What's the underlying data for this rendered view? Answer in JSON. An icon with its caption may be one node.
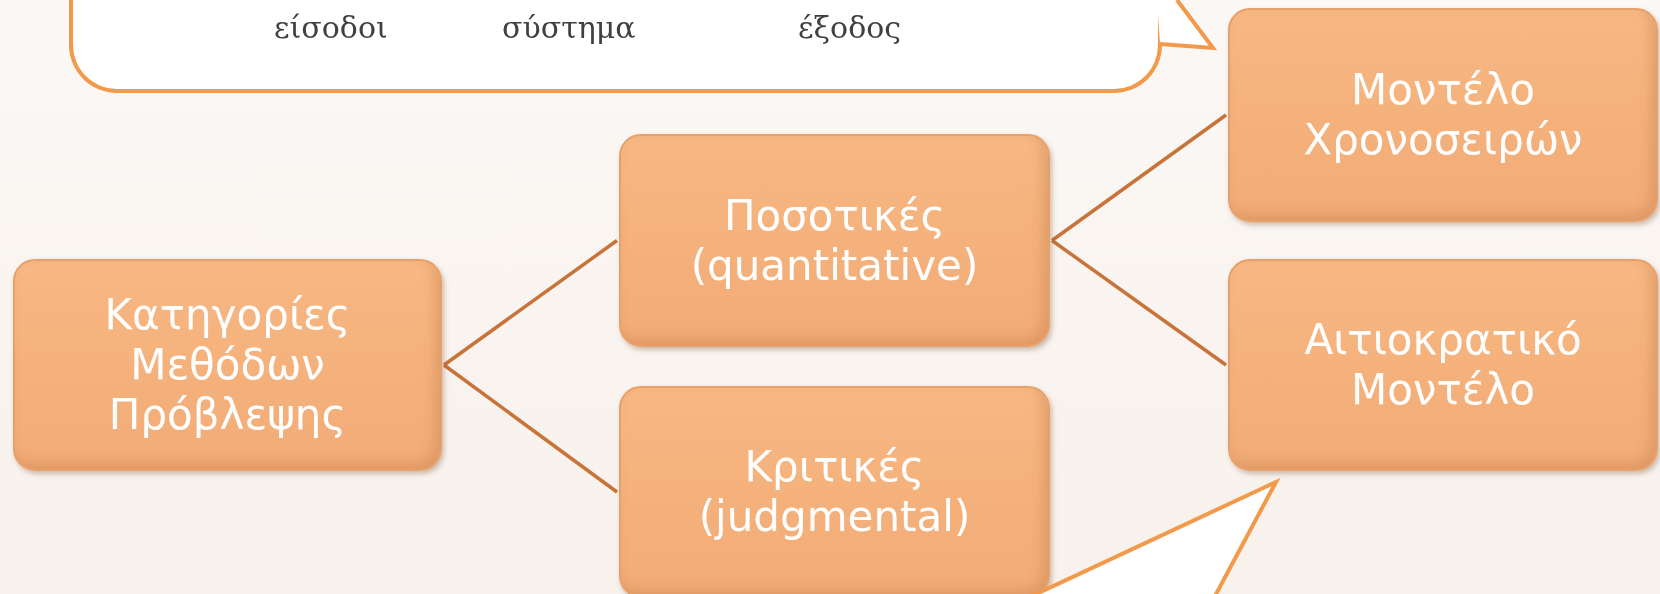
{
  "diagram": {
    "nodes": [
      {
        "text": [
          "είσοδοι",
          "σύστημα",
          "έξοδος"
        ]
      },
      {
        "text": [
          "Κατηγορίες Μεθόδων Πρόβλεψης"
        ]
      },
      {
        "text": [
          "Ποσοτικές (quantitative)"
        ]
      },
      {
        "text": [
          "Κριτικές (judgmental)"
        ]
      },
      {
        "text": [
          "Μοντέλο Χρονοσειρών"
        ]
      },
      {
        "text": [
          "Αιτιοκρατικό Μοντέλο"
        ]
      }
    ],
    "edges": [
      {
        "from": 1,
        "to": 2,
        "arrow": "none"
      },
      {
        "from": 1,
        "to": 3,
        "arrow": "none"
      },
      {
        "from": 2,
        "to": 4,
        "arrow": "none"
      },
      {
        "from": 2,
        "to": 5,
        "arrow": "none"
      }
    ]
  }
}
